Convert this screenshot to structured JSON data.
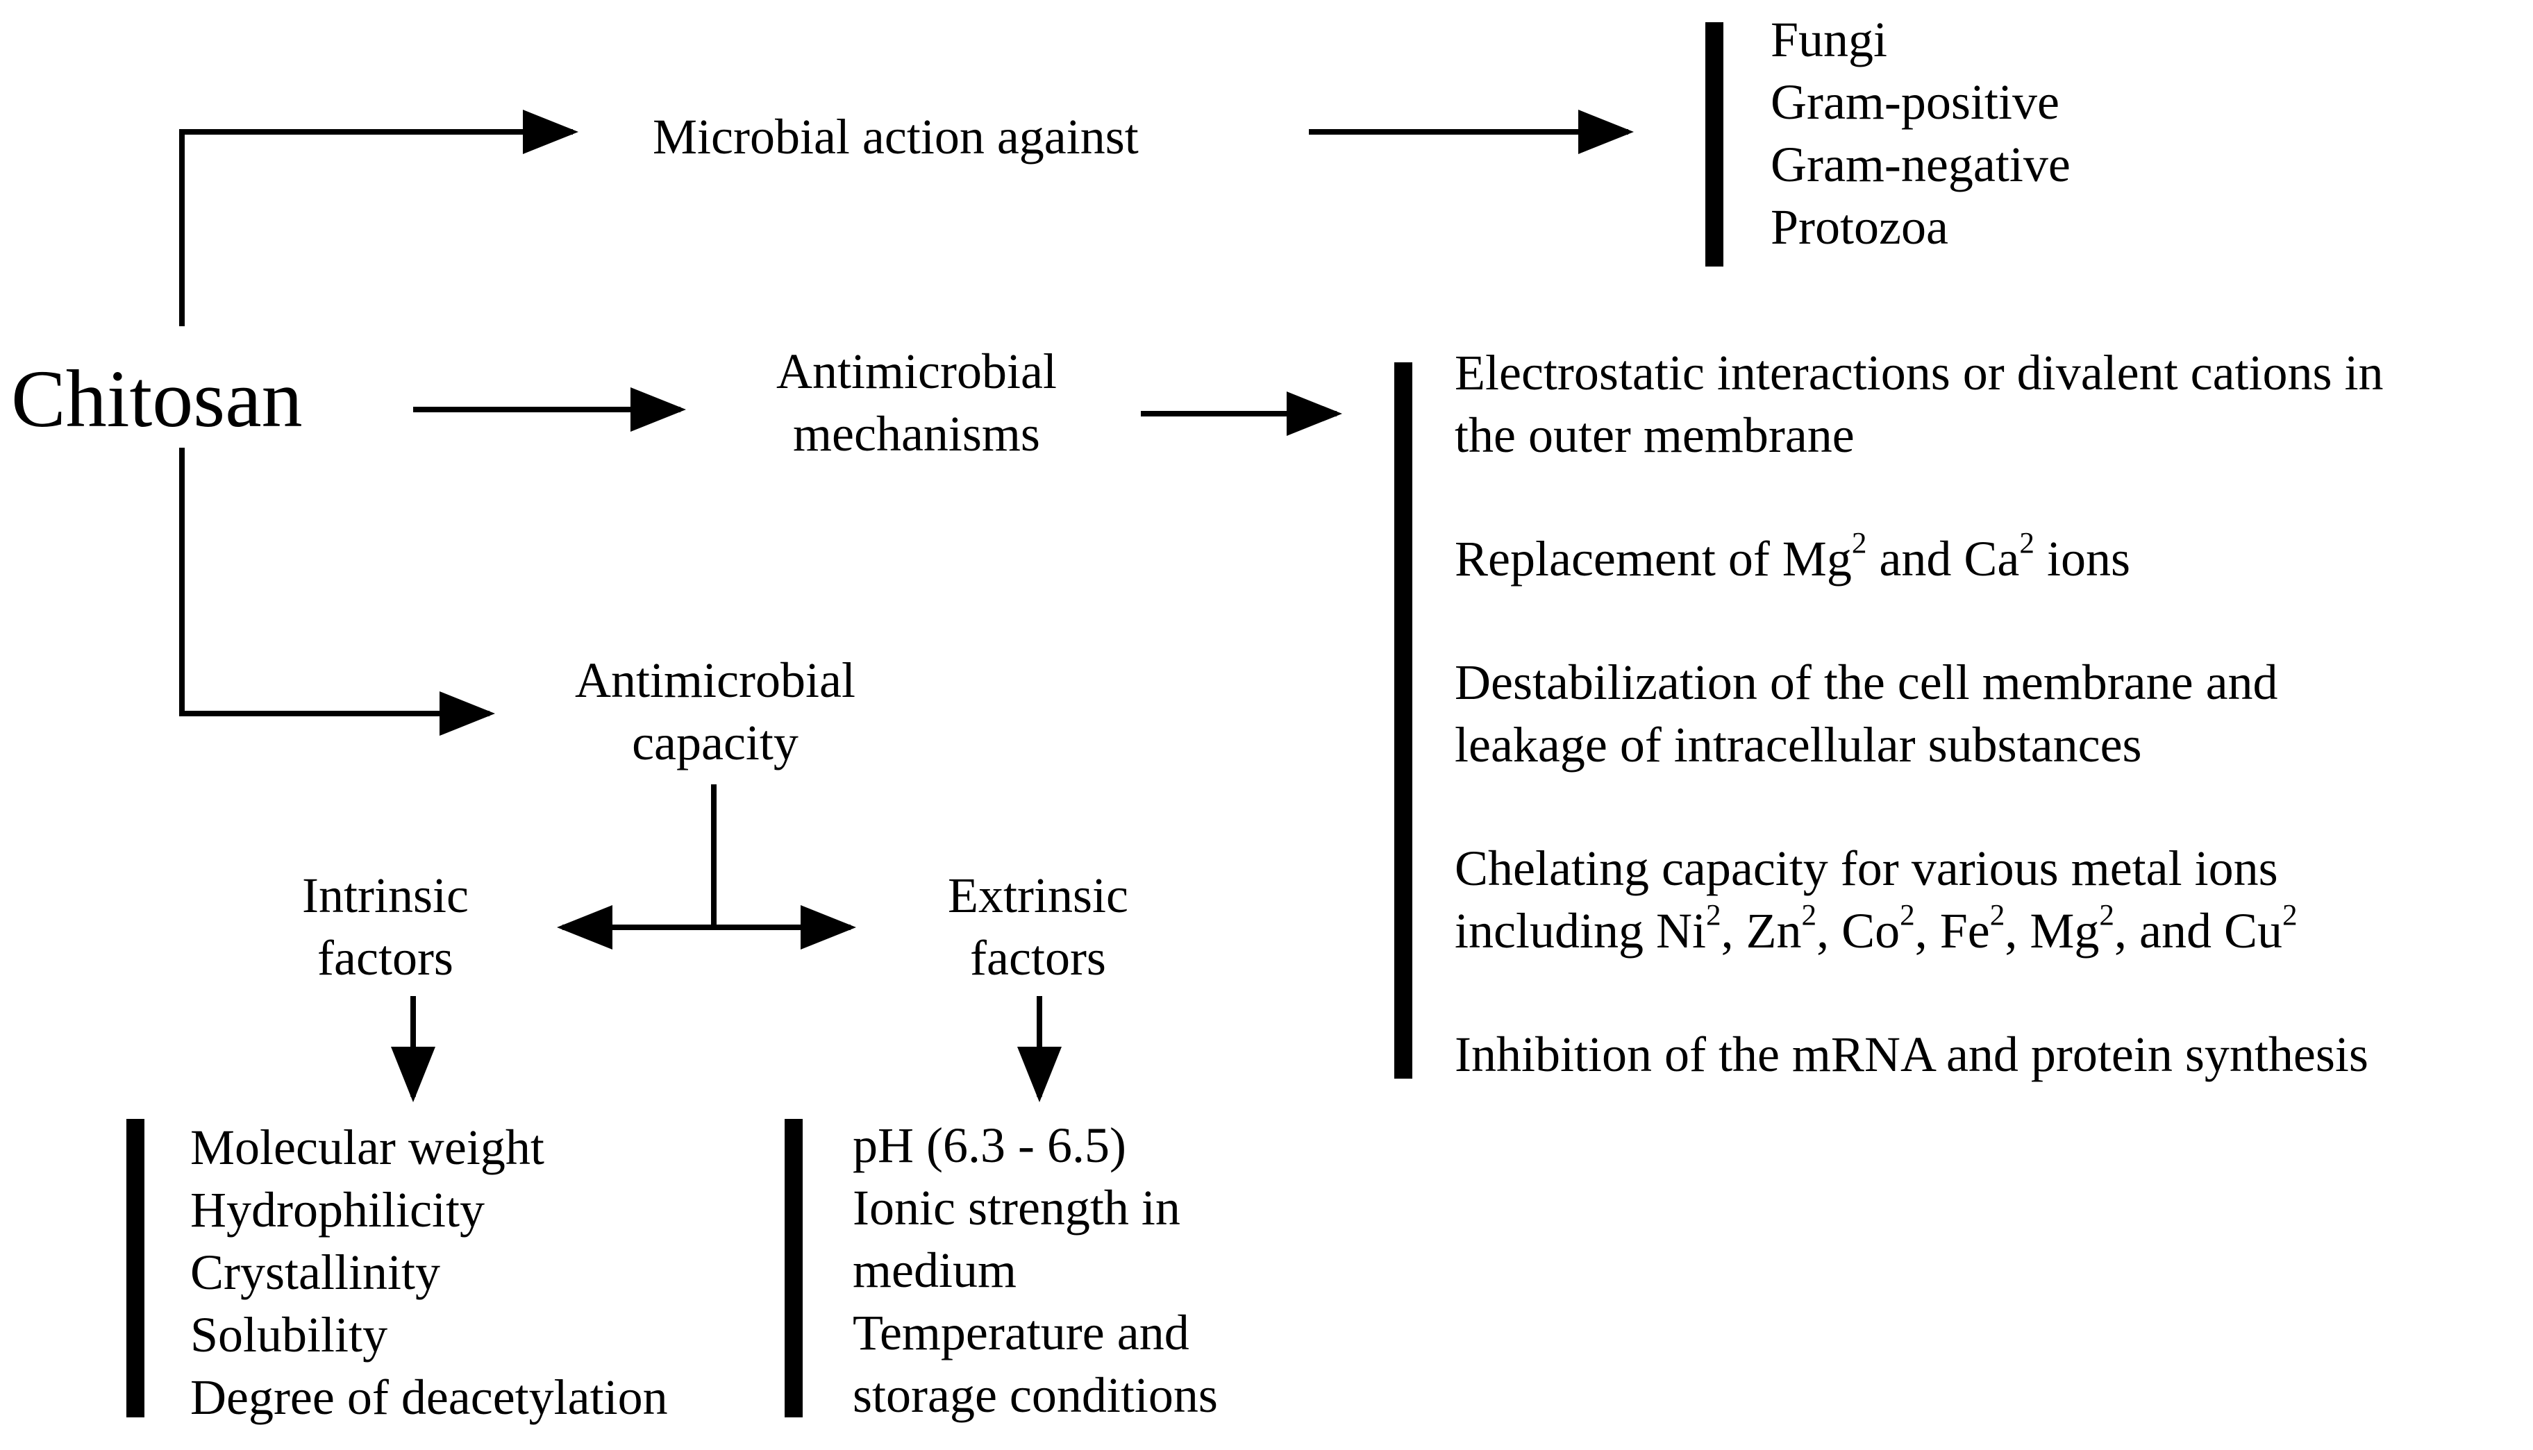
{
  "root": {
    "label": "Chitosan"
  },
  "branches": {
    "microbial_action": {
      "label": "Microbial action against",
      "targets": [
        "Fungi",
        "Gram-positive",
        "Gram-negative",
        "Protozoa"
      ]
    },
    "mechanisms": {
      "label_line1": "Antimicrobial",
      "label_line2": "mechanisms",
      "items": [
        {
          "line1": "Electrostatic interactions or divalent cations in",
          "line2": "the outer membrane"
        },
        {
          "html": "Replacement of Mg<sup>2</sup> and Ca<sup>2</sup> ions"
        },
        {
          "line1": "Destabilization of the cell membrane and",
          "line2": "leakage of intracellular substances"
        },
        {
          "line1": "Chelating capacity for various metal ions",
          "html2": "including Ni<sup>2</sup>, Zn<sup>2</sup>, Co<sup>2</sup>, Fe<sup>2</sup>, Mg<sup>2</sup>, and Cu<sup>2</sup>"
        },
        {
          "line1": "Inhibition of the mRNA and protein synthesis"
        }
      ]
    },
    "capacity": {
      "label_line1": "Antimicrobial",
      "label_line2": "capacity",
      "intrinsic": {
        "label_line1": "Intrinsic",
        "label_line2": "factors",
        "items": [
          "Molecular weight",
          "Hydrophilicity",
          "Crystallinity",
          "Solubility",
          "Degree of deacetylation"
        ]
      },
      "extrinsic": {
        "label_line1": "Extrinsic",
        "label_line2": "factors",
        "items": [
          "pH (6.3 - 6.5)",
          "Ionic strength in",
          "medium",
          "Temperature and",
          "storage conditions"
        ]
      }
    }
  }
}
